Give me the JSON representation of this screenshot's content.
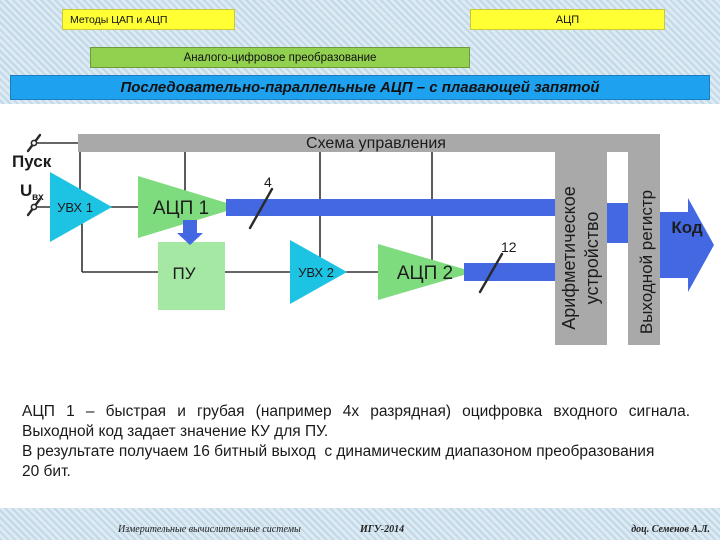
{
  "header": {
    "topic": "Методы ЦАП и АЦП",
    "chapter": "АЦП"
  },
  "section_title": "Аналого-цифровое преобразование",
  "slide_title": "Последовательно-параллельные АЦП – с плавающей запятой",
  "diagram": {
    "control_unit": "Схема управления",
    "start": "Пуск",
    "input_symbol": "U",
    "input_subscript": "вх",
    "sample_hold_1": "УВХ 1",
    "adc_1": "АЦП 1",
    "adc_1_bits": "4",
    "amplifier": "ПУ",
    "sample_hold_2": "УВХ 2",
    "adc_2": "АЦП 2",
    "adc_2_bits": "12",
    "arithmetic_unit": [
      "Арифметическое",
      "устройство"
    ],
    "output_register": "Выходной регистр",
    "output": "Код"
  },
  "description": [
    "АЦП 1 – быстрая и грубая (например 4х разрядная) оцифровка входного сигнала.",
    "Выходной код задает значение КУ для ПУ.",
    "В результате получаем 16 битный выход  с динамическим диапазоном преобразования",
    "20 бит."
  ],
  "footer": {
    "course": "Измерительные вычислительные системы",
    "university": "ИГУ-2014",
    "author": "доц. Семенов А.Л."
  },
  "colors": {
    "header_yellow": "#ffff33",
    "section_green": "#92d050",
    "title_blue": "#1ea2f0",
    "block_gray": "#a9a9a9",
    "sample_hold_cyan": "#1cc3e3",
    "adc_green": "#7edc7e",
    "amplifier_green": "#a4e8a4",
    "bus_blue": "#4468e2"
  }
}
